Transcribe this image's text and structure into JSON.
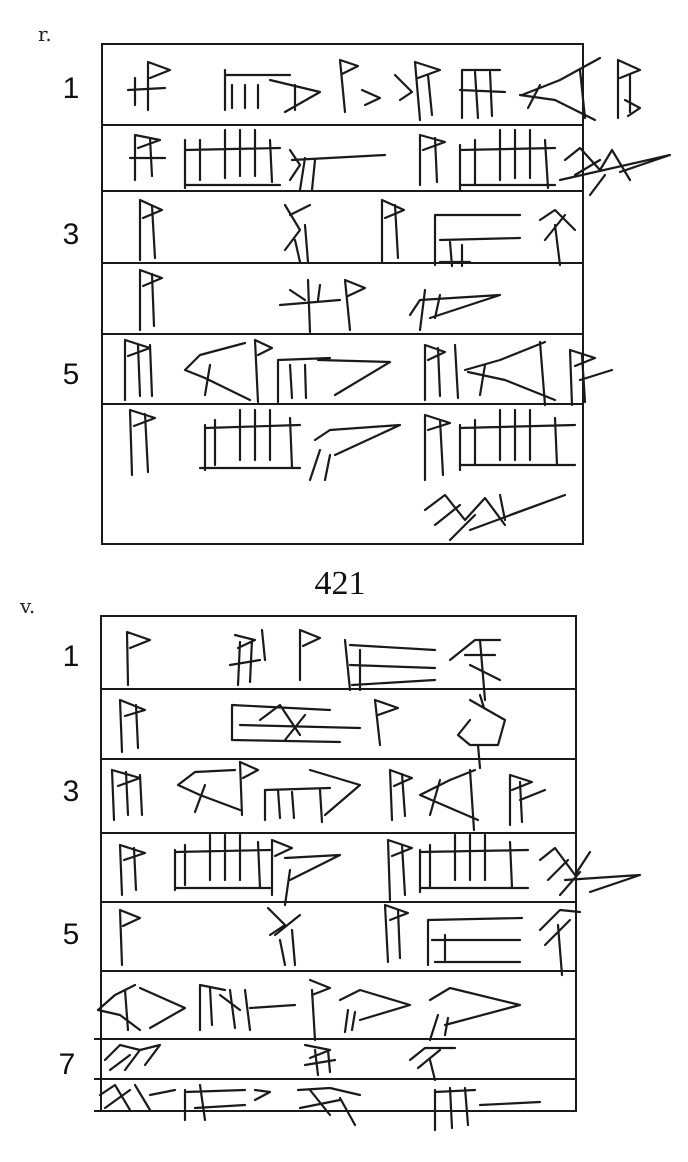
{
  "tablet": {
    "number": "421",
    "obverse": {
      "side_label": "r.",
      "line_numbers": [
        "1",
        "3",
        "5"
      ],
      "line_count": 6
    },
    "reverse": {
      "side_label": "v.",
      "line_numbers": [
        "1",
        "3",
        "5",
        "7"
      ],
      "line_count": 8
    }
  }
}
